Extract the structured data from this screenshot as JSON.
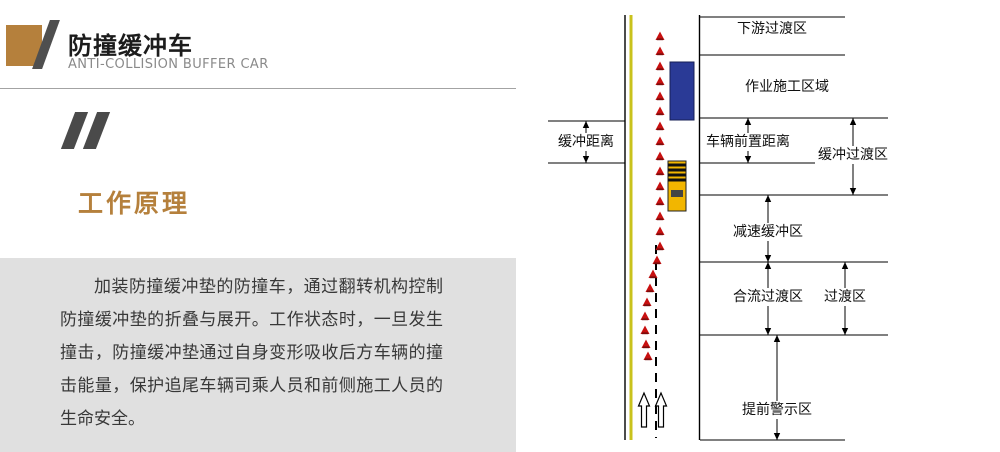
{
  "header": {
    "title": "防撞缓冲车",
    "subtitle": "ANTI-COLLISION BUFFER CAR"
  },
  "section": {
    "heading": "工作原理"
  },
  "description": "加装防撞缓冲垫的防撞车，通过翻转机构控制防撞缓冲垫的折叠与展开。工作状态时，一旦发生撞击，防撞缓冲垫通过自身变形吸收后方车辆的撞击能量，保护追尾车辆司乘人员和前侧施工人员的生命安全。",
  "diagram": {
    "labels": {
      "downstream_zone": "下游过渡区",
      "work_zone": "作业施工区域",
      "buffer_distance": "缓冲距离",
      "vehicle_front_distance": "车辆前置距离",
      "buffer_transition_zone": "缓冲过渡区",
      "deceleration_buffer_zone": "减速缓冲区",
      "merge_transition_zone": "合流过渡区",
      "transition_zone": "过渡区",
      "advance_warning_zone": "提前警示区"
    }
  },
  "colors": {
    "accent": "#b5803c",
    "panel": "#e0e0e0",
    "cone": "#c81010",
    "vehicle_blue": "#2a3a96",
    "car_yellow": "#f2b600",
    "lane_yellow": "#c9c21c"
  }
}
